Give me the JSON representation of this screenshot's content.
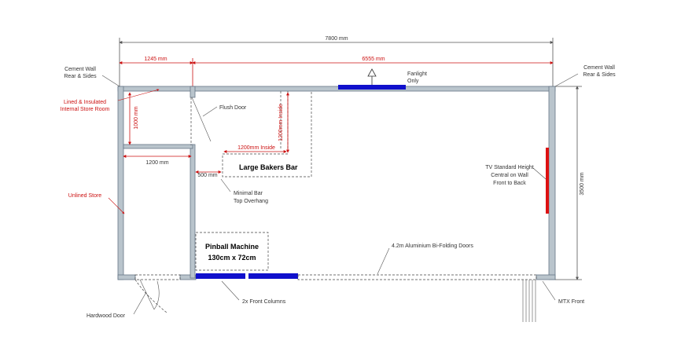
{
  "dimensions": {
    "overall_width": "7800 mm",
    "left_section": "1245 mm",
    "right_section": "6555 mm",
    "store_height": "1000 mm",
    "store_width": "1200 mm",
    "bar_width_inside": "1200mm Inside",
    "bar_depth_inside": "1200mm Inside",
    "bar_overhang": "500 mm",
    "overall_depth": "3500 mm"
  },
  "labels": {
    "cement_wall_left": [
      "Cement Wall",
      "Rear & Sides"
    ],
    "cement_wall_right": [
      "Cement Wall",
      "Rear & Sides"
    ],
    "internal_store": [
      "Lined & Insulated",
      "Internal Store Room"
    ],
    "unlined_store": "Unlined Store",
    "flush_door": "Flush Door",
    "fanlight": [
      "Fanlight",
      "Only"
    ],
    "bakers_bar": "Large Bakers Bar",
    "bar_overhang": [
      "Minimal Bar",
      "Top Overhang"
    ],
    "tv": [
      "TV Standard Height",
      "Central on Wall",
      "Front to Back"
    ],
    "pinball_title": "Pinball Machine",
    "pinball_size": "130cm x 72cm",
    "bifold_doors": "4.2m Aluminium Bi-Folding Doors",
    "front_columns": "2x Front Columns",
    "hardwood_door": "Hardwood Door",
    "mtx_front": "MTX Front"
  },
  "colors": {
    "wall_fill": "#b9c4cc",
    "blue_elements": "#1010cc",
    "tv_red": "#dd1111",
    "dimension_red": "#cc1111"
  }
}
